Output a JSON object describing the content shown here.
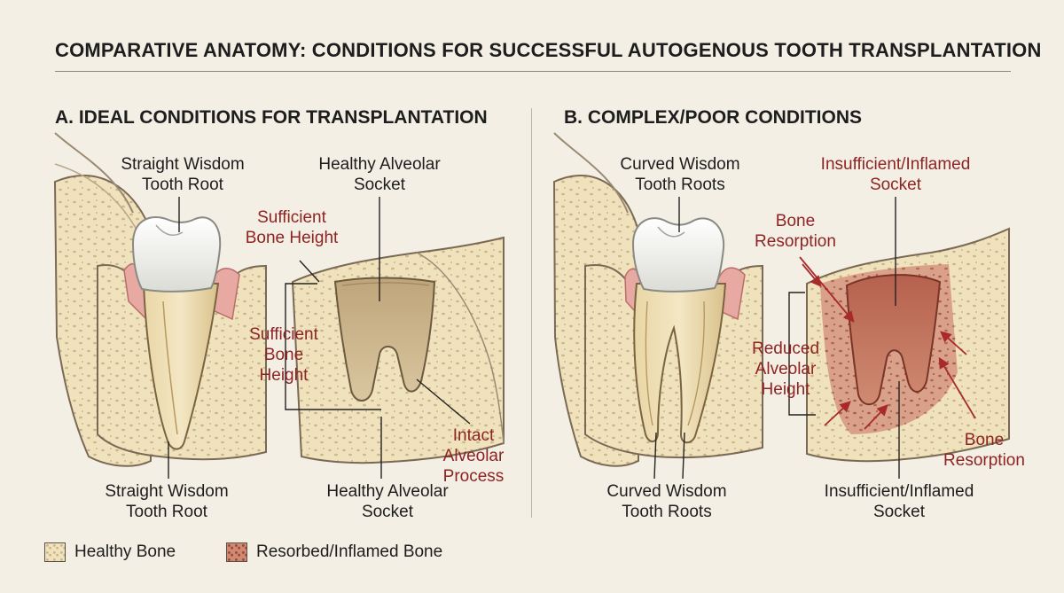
{
  "title": "COMPARATIVE ANATOMY: CONDITIONS FOR SUCCESSFUL AUTOGENOUS TOOTH TRANSPLANTATION",
  "panel_a": {
    "heading": "A. IDEAL CONDITIONS FOR TRANSPLANTATION",
    "label_root_top": "Straight Wisdom\nTooth Root",
    "label_root_bottom": "Straight Wisdom\nTooth Root",
    "label_socket_top": "Healthy Alveolar\nSocket",
    "label_socket_bottom": "Healthy Alveolar\nSocket",
    "label_bone_height_top": "Sufficient\nBone Height",
    "label_bone_height_side": "Sufficient\nBone\nHeight",
    "label_alveolar_process": "Intact\nAlveolar\nProcess"
  },
  "panel_b": {
    "heading": "B. COMPLEX/POOR CONDITIONS",
    "label_roots_top": "Curved Wisdom\nTooth Roots",
    "label_roots_bottom": "Curved Wisdom\nTooth Roots",
    "label_socket_top": "Insufficient/Inflamed\nSocket",
    "label_socket_bottom": "Insufficient/Inflamed\nSocket",
    "label_resorption_top": "Bone\nResorption",
    "label_resorption_right": "Bone\nResorption",
    "label_reduced_height": "Reduced\nAlveolar\nHeight"
  },
  "legend": [
    {
      "label": "Healthy Bone",
      "swatch": "healthy"
    },
    {
      "label": "Resorbed/Inflamed Bone",
      "swatch": "inflamed"
    }
  ],
  "colors": {
    "healthy_bone": "#efe2bd",
    "inflamed_bone": "#cf8a73",
    "gum": "#e9a9a3",
    "annotation_red": "#8e2323"
  }
}
